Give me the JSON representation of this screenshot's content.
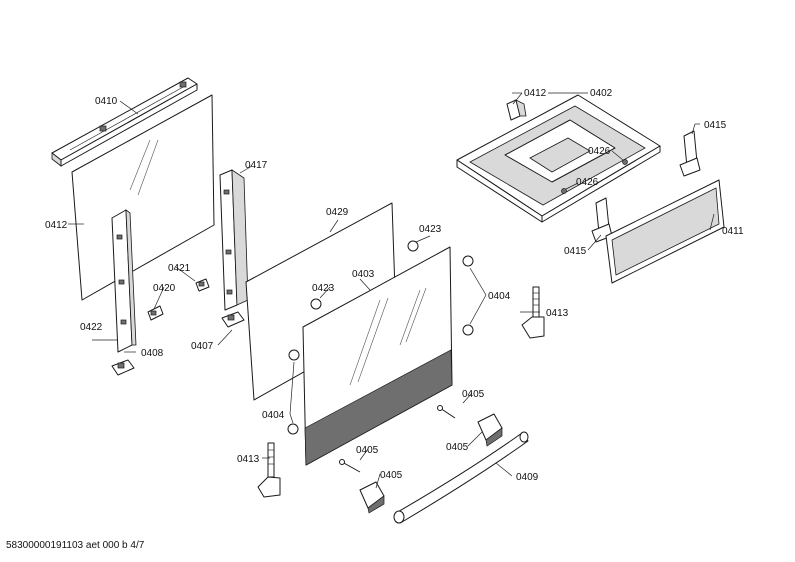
{
  "diagram": {
    "labels": {
      "l0410": "0410",
      "l0412a": "0412",
      "l0412b": "0412",
      "l0402": "0402",
      "l0415a": "0415",
      "l0415b": "0415",
      "l0426a": "0426",
      "l0426b": "0426",
      "l0417": "0417",
      "l0429": "0429",
      "l0423a": "0423",
      "l0423b": "0423",
      "l0411": "0411",
      "l0421": "0421",
      "l0420": "0420",
      "l0403": "0403",
      "l0404a": "0404",
      "l0404b": "0404",
      "l0413a": "0413",
      "l0413b": "0413",
      "l0422": "0422",
      "l0408": "0408",
      "l0407": "0407",
      "l0405a": "0405",
      "l0405b": "0405",
      "l0405c": "0405",
      "l0405d": "0405",
      "l0409": "0409"
    },
    "footer": "58300000191103 aet 000 b 4/7"
  }
}
